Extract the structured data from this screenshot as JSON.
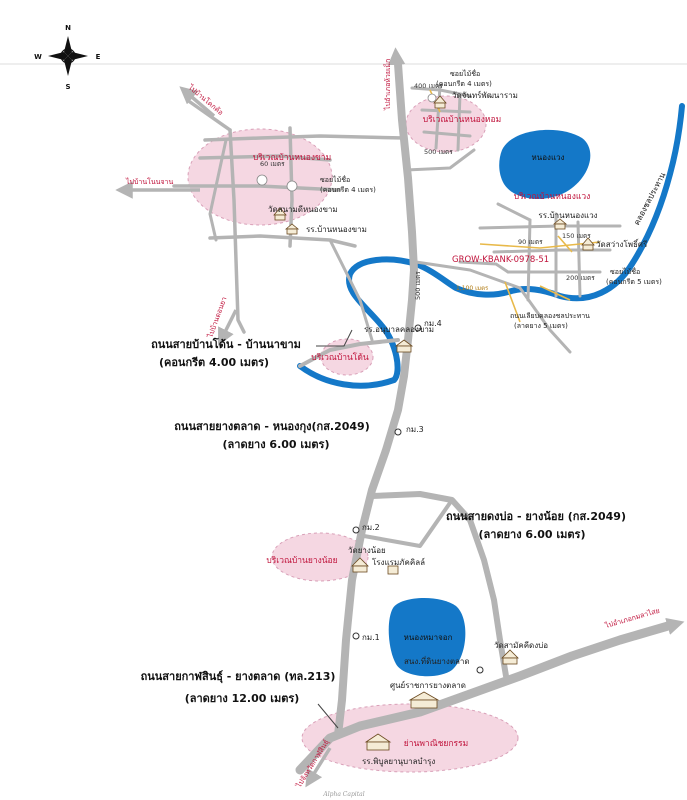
{
  "compass": {
    "n": "N",
    "s": "S",
    "e": "E",
    "w": "W"
  },
  "areas": {
    "nong_kham": "บริเวณบ้านหนองขาม",
    "nong_hom": "บริเวณบ้านหนองหอม",
    "nong_waeng": "บริเวณบ้านหนองแวง",
    "ban_don": "บริเวณบ้านโด้น",
    "ban_yang_noi": "บริเวณบ้านยางน้อย",
    "ban_phanit": "ย่านพาณิชยกรรม"
  },
  "places": {
    "wat_nong_kham": "วัดสนามดีหนองขาม",
    "school_nong_kham": "รร.บ้านหนองขาม",
    "wat_chanthara": "วัดจันทร์พัฒนาราม",
    "school_nong_waeng": "รร.บ้านหนองแวง",
    "wat_sawang": "วัดสว่างโพธิ์ศรี",
    "school_anuban": "รร.อนุบาลคลองขาม",
    "wat_yang_noi": "วัดยางน้อย",
    "hotel": "โรงแรมภัคคิลล์",
    "wat_sam_luk": "วัดสามัคคีดงบ่อ",
    "health_station": "สนง.ที่ดินยางตลาด",
    "gov_center": "ศูนย์ราชการยางตลาด",
    "school_phithayakarn": "รร.พิบูลยานุบาลบำรุง",
    "bank": "GROW-KBANK-0978-51",
    "klong_canal": "ถนนเลียบคลองชลประทาน",
    "klong_canal_note": "(ลาดยาง 5 เมตร)"
  },
  "points": {
    "km1": "กม.1",
    "km2": "กม.2",
    "km3": "กม.3",
    "km4": "กม.4"
  },
  "water": {
    "nong_waeng_lake": "หนองแวง",
    "nong_na_chok": "หนองหมาจอก",
    "canal": "คลองชลประทาน"
  },
  "road_notes": {
    "soi_a": "ซอยไม้ชื่อ",
    "soi_a_note": "(คอนกรีต 4 เมตร)",
    "soi_b": "ซอยไม้ชื่อ",
    "soi_b_note": "(คอนกรีต 4 เมตร)",
    "soi_c": "ซอยไม้ชื่อ",
    "soi_c_note": "(คอนกรีต 5 เมตร)"
  },
  "distances": {
    "d60a": "60 เมตร",
    "d400": "400 เมตร",
    "d500": "500 เมตร",
    "d90": "90 เมตร",
    "d150": "150 เมตร",
    "d200": "200 เมตร",
    "d1100": "1,100 เมตร",
    "d500v": "500 เมตร"
  },
  "directions": {
    "to_nong_bua": "ไปบ้านโคกค้อ",
    "to_left": "ไปบ้านโนนจาน",
    "to_bottom_left": "ไปบ้านดอนยา",
    "to_top": "ไปอำเภอห้วยเม็ก",
    "to_right_bottom": "ไปอำเภอกมลาไสย",
    "to_bottom": "ไปจังหวัดกาฬสินธุ์"
  },
  "roads": {
    "r1_name": "ถนนสายบ้านโด้น - บ้านนาขาม",
    "r1_spec": "(คอนกรีต 4.00 เมตร)",
    "r2_name": "ถนนสายยางตลาด - หนองกุง(กส.2049)",
    "r2_spec": "(ลาดยาง 6.00 เมตร)",
    "r3_name": "ถนนสายดงบ่อ - ยางน้อย (กส.2049)",
    "r3_spec": "(ลาดยาง 6.00 เมตร)",
    "r4_name": "ถนนสายกาฬสินธุ์ - ยางตลาด (ทล.213)",
    "r4_spec": "(ลาดยาง 12.00 เมตร)"
  },
  "credit": "Alpha Capital",
  "colors": {
    "road": "#b4b4b4",
    "water": "#1478c8",
    "zone": "#f2c9d8",
    "label_red": "#c0143c",
    "yellow_road": "#e8b94a"
  }
}
